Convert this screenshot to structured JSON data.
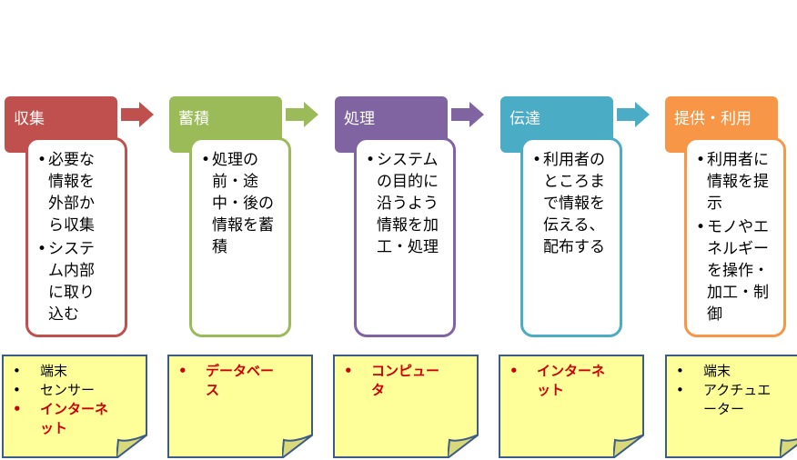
{
  "stages": [
    {
      "title": "収集",
      "color": "#c0504d",
      "items": [
        "必要な情報を外部から収集",
        "システム内部に取り込む"
      ],
      "note_items": [
        {
          "text": "端末",
          "highlight": false
        },
        {
          "text": "センサー",
          "highlight": false
        },
        {
          "text": "インターネット",
          "highlight": true
        }
      ]
    },
    {
      "title": "蓄積",
      "color": "#9bbb59",
      "items": [
        "処理の前・途中・後の情報を蓄積"
      ],
      "note_items": [
        {
          "text": "データベース",
          "highlight": true
        }
      ]
    },
    {
      "title": "処理",
      "color": "#8064a2",
      "items": [
        "システムの目的に沿うよう情報を加工・処理"
      ],
      "note_items": [
        {
          "text": "コンピュータ",
          "highlight": true
        }
      ]
    },
    {
      "title": "伝達",
      "color": "#4bacc6",
      "items": [
        "利用者のところまで情報を伝える、配布する"
      ],
      "note_items": [
        {
          "text": "インターネット",
          "highlight": true
        }
      ]
    },
    {
      "title": "提供・利用",
      "color": "#f79646",
      "items": [
        "利用者に情報を提示",
        "モノやエネルギーを操作・加工・制御"
      ],
      "note_items": [
        {
          "text": "端末",
          "highlight": false
        },
        {
          "text": "アクチュエーター",
          "highlight": false
        }
      ]
    }
  ]
}
